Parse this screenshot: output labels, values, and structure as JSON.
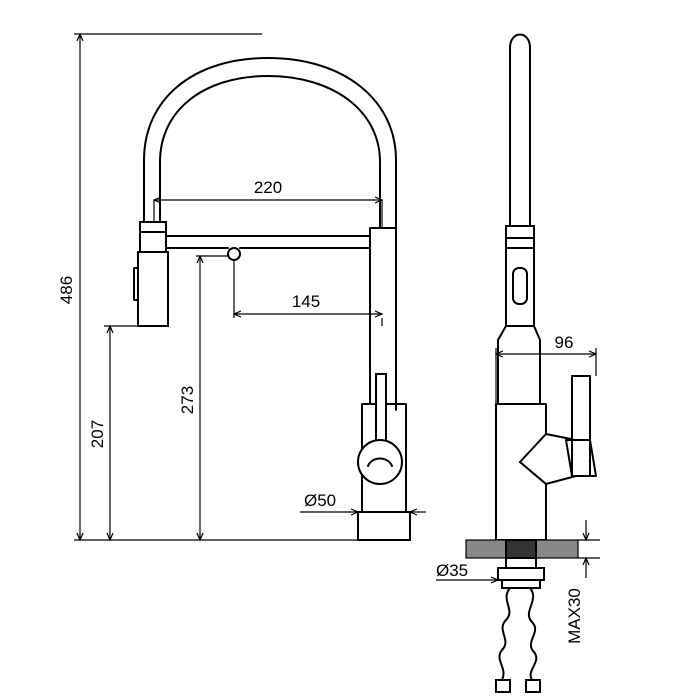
{
  "dimensions": {
    "total_height": "486",
    "spout_reach": "220",
    "handle_reach": "145",
    "spout_height": "207",
    "outlet_height": "273",
    "base_diameter": "Ø50",
    "side_depth": "96",
    "hole_diameter": "Ø35",
    "max_thickness": "MAX30"
  }
}
